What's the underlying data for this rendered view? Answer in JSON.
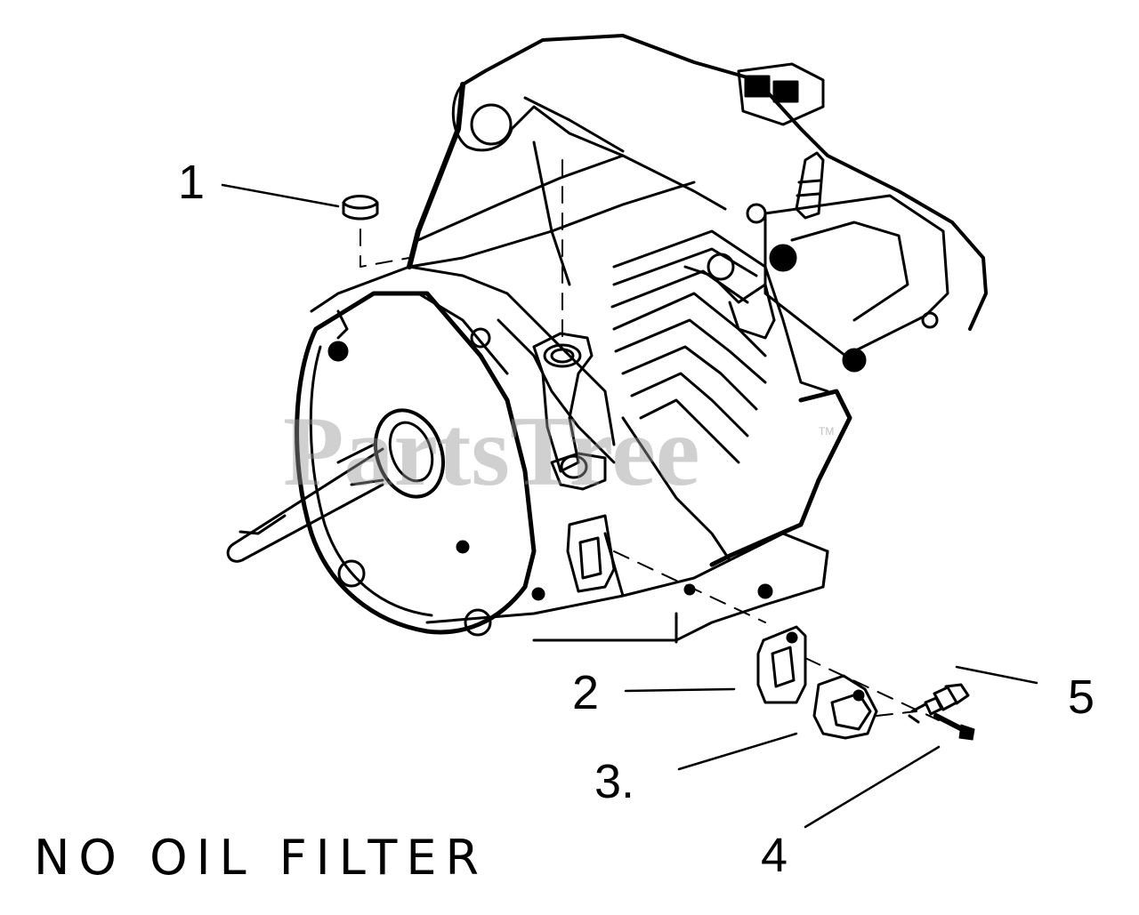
{
  "callouts": {
    "c1": "1",
    "c2": "2",
    "c3": "3.",
    "c4": "4",
    "c5": "5"
  },
  "caption": "NO OIL FILTER",
  "watermark": {
    "text": "PartsTree",
    "tm": "TM"
  },
  "colors": {
    "line": "#000000",
    "background": "#ffffff",
    "watermark": "#969696"
  }
}
